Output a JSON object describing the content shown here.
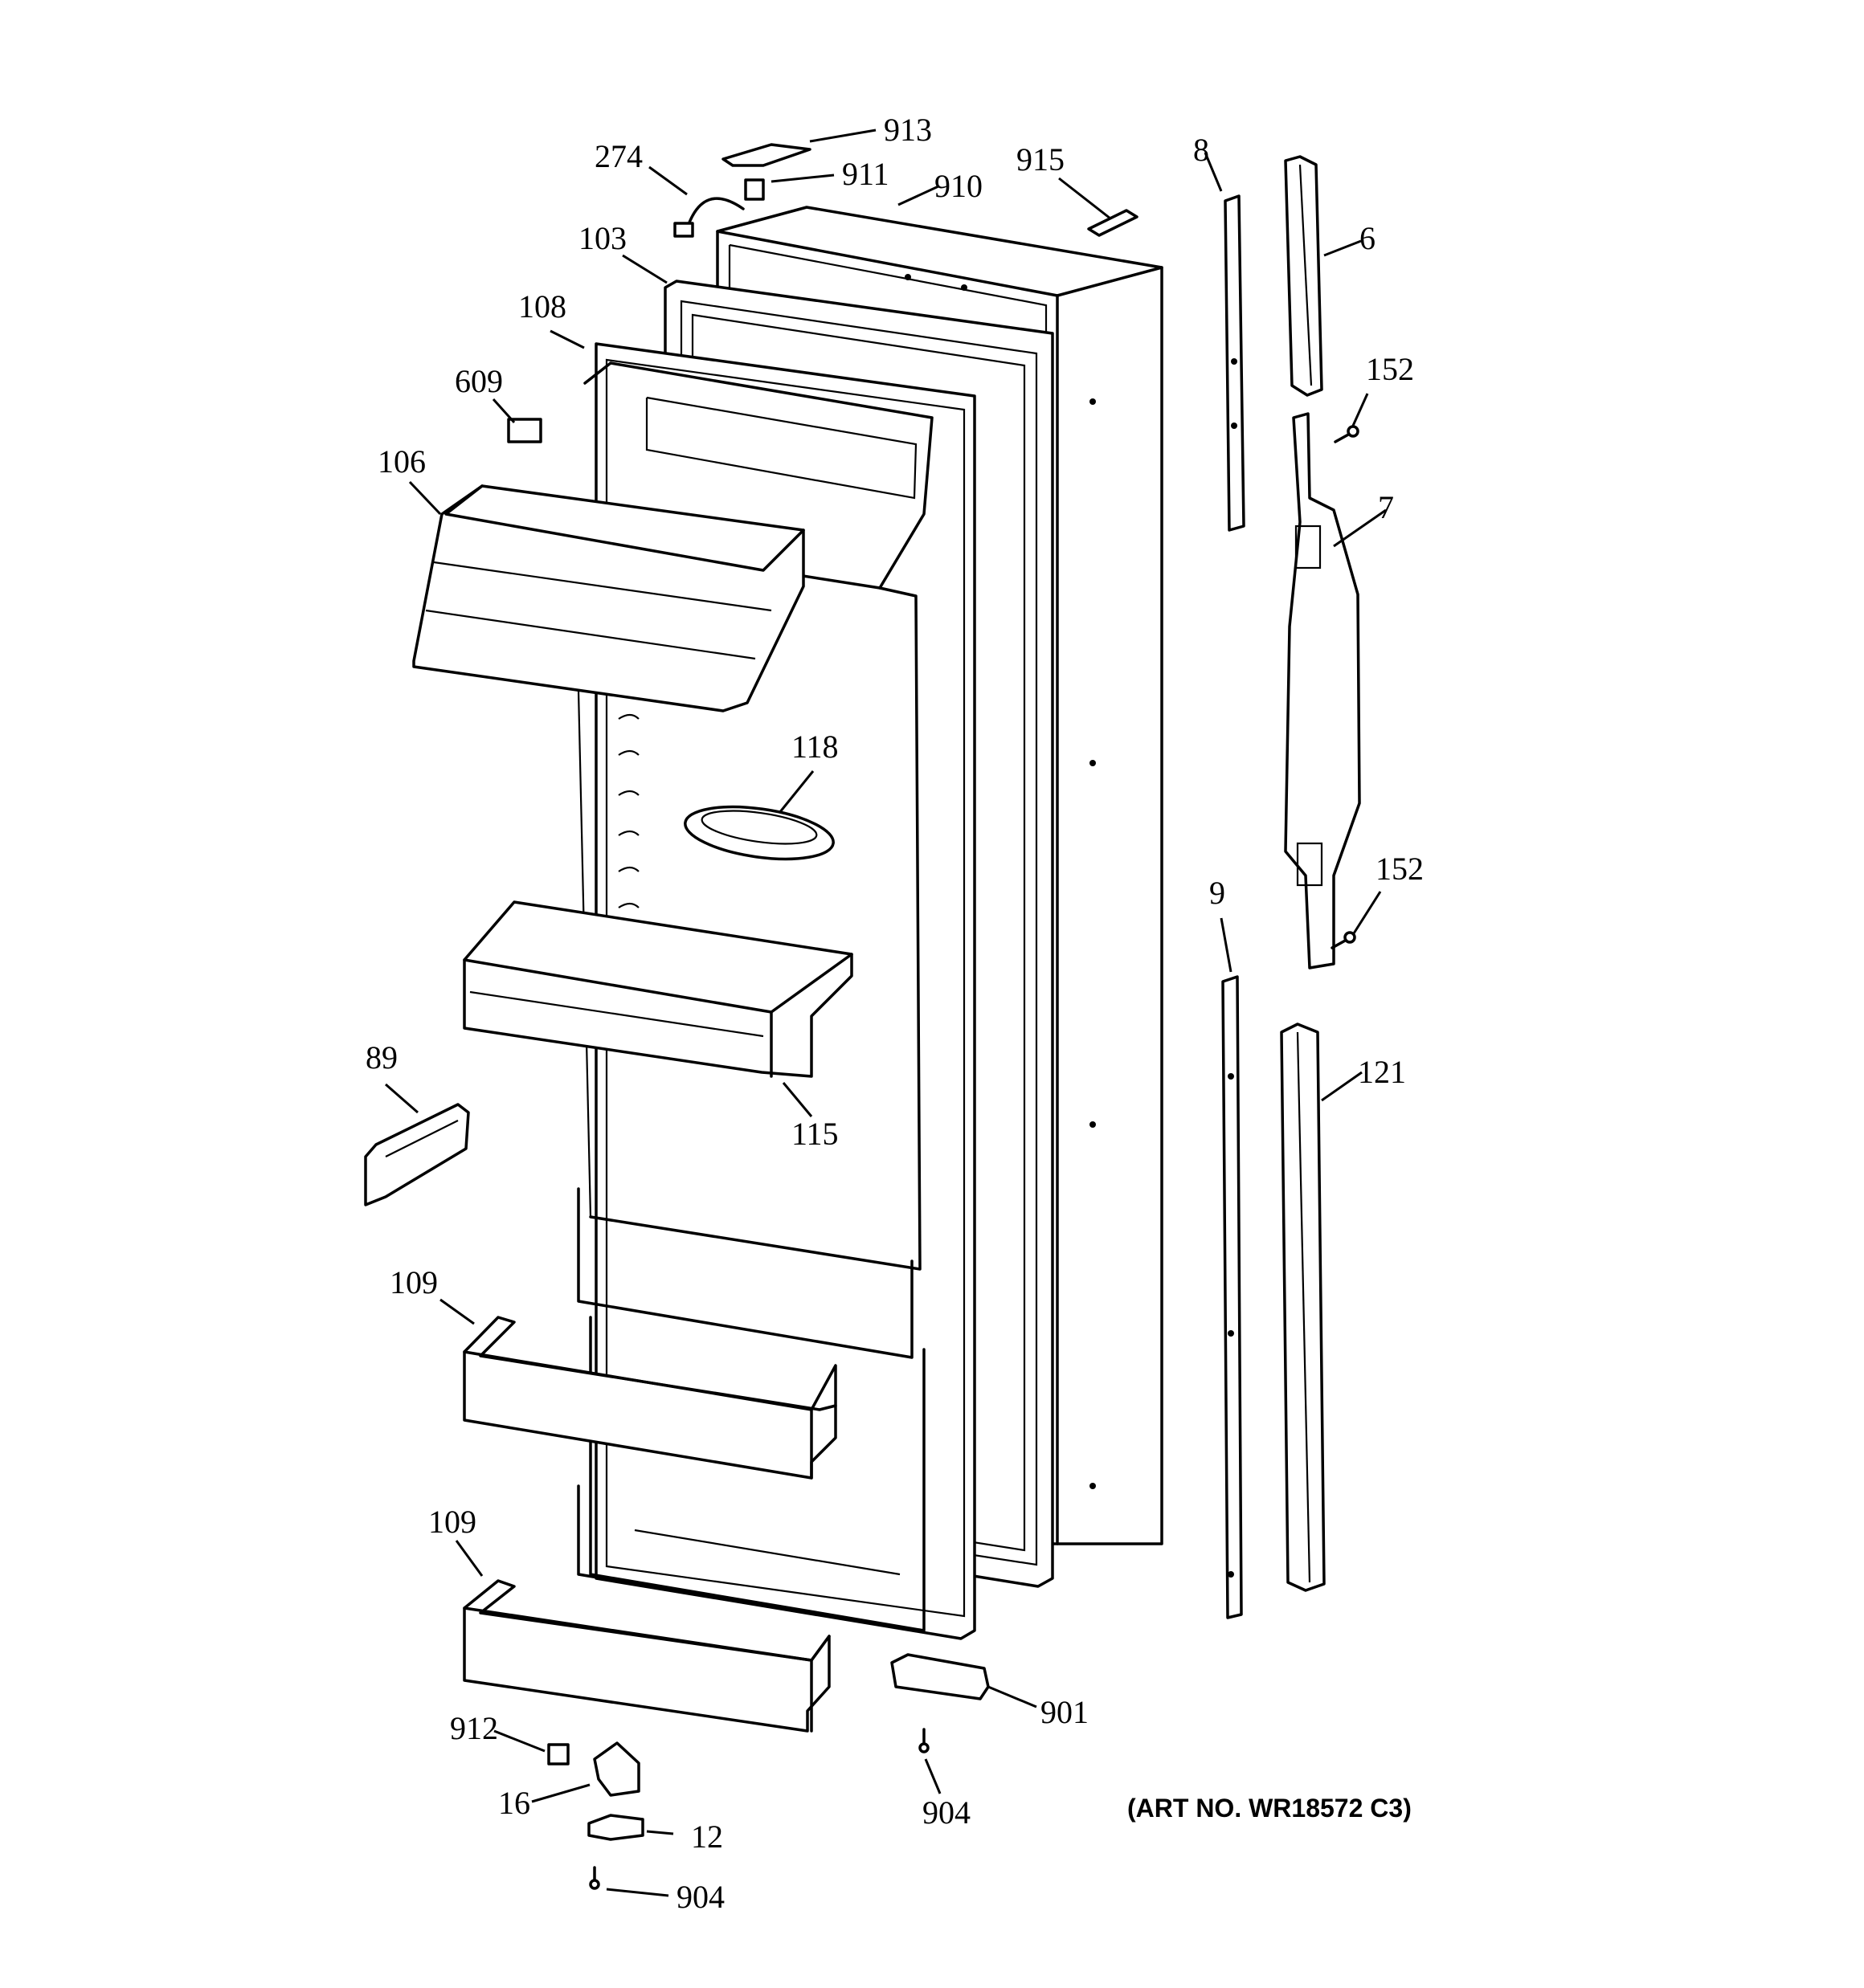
{
  "labels": {
    "l913": "913",
    "l274": "274",
    "l911": "911",
    "l915": "915",
    "l910": "910",
    "l8": "8",
    "l6": "6",
    "l103": "103",
    "l108": "108",
    "l609": "609",
    "l152a": "152",
    "l106": "106",
    "l7": "7",
    "l118": "118",
    "l152b": "152",
    "l9": "9",
    "l89": "89",
    "l121": "121",
    "l115": "115",
    "l109a": "109",
    "l109b": "109",
    "l912": "912",
    "l901": "901",
    "l16": "16",
    "l904a": "904",
    "l12": "12",
    "l904b": "904"
  },
  "art_number": "(ART NO. WR18572 C3)"
}
